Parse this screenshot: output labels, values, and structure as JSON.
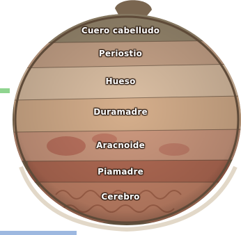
{
  "image": {
    "subject": "head-cutaway-layers-icon",
    "colors": {
      "background": "#ffffff",
      "left_tab": "#8fd48f",
      "bottom_strip": "#9db8e0"
    }
  },
  "layers": [
    {
      "label": "Cuero cabelludo",
      "color": "#9a8a70"
    },
    {
      "label": "Periostio",
      "color": "#c9a58a"
    },
    {
      "label": "Hueso",
      "color": "#d8b89c"
    },
    {
      "label": "Duramadre",
      "color": "#d6af8c"
    },
    {
      "label": "Aracnoide",
      "color": "#cf9a80"
    },
    {
      "label": "Piamadre",
      "color": "#b46c55"
    },
    {
      "label": "Cerebro",
      "color": "#c8866a"
    }
  ]
}
